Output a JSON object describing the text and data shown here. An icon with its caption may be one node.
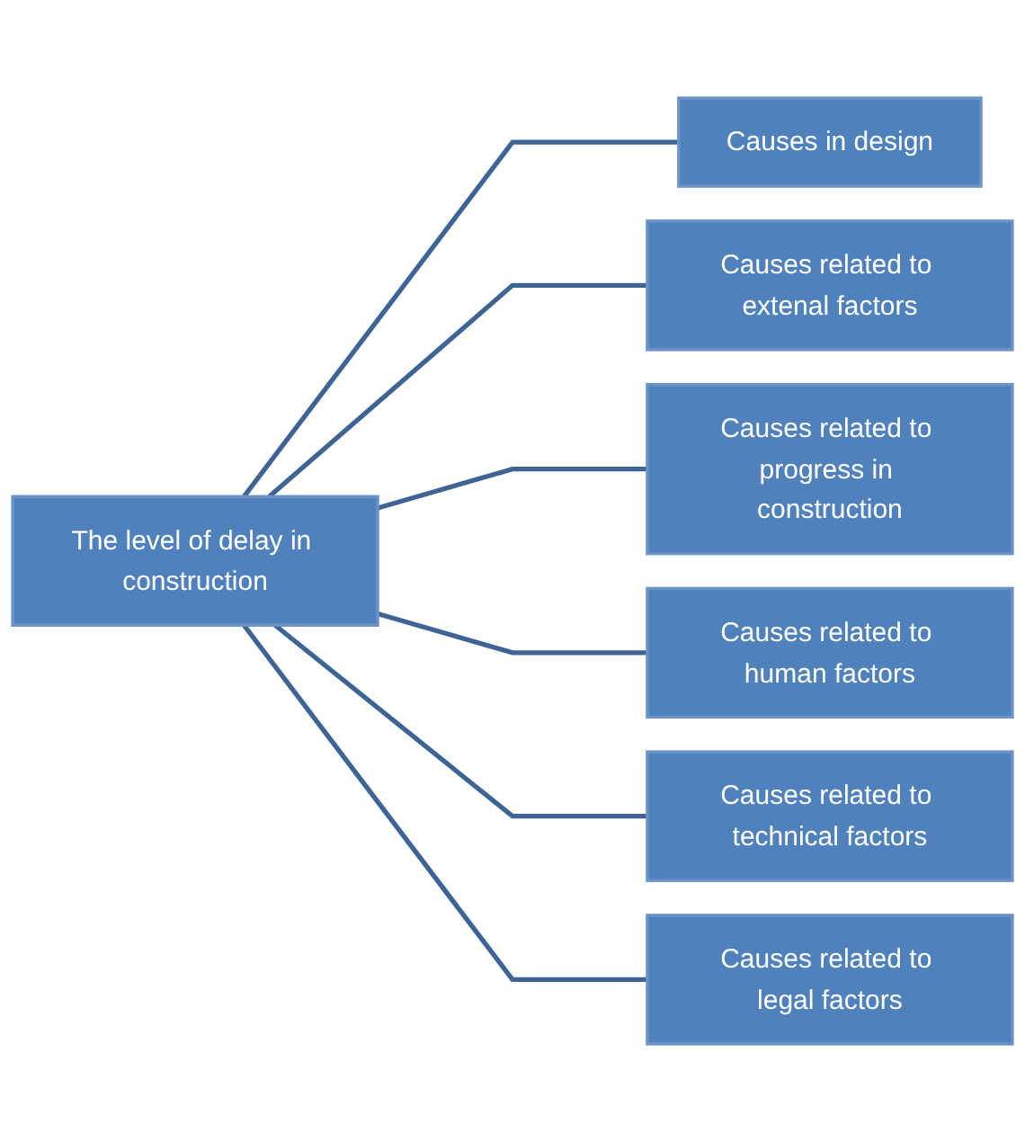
{
  "diagram": {
    "nodes": [
      {
        "text": [
          "The level of delay in construction"
        ]
      },
      {
        "text": [
          "Causes in design"
        ]
      },
      {
        "text": [
          "Causes related to extenal factors"
        ]
      },
      {
        "text": [
          "Causes related to progress in construction"
        ]
      },
      {
        "text": [
          "Causes related to human factors"
        ]
      },
      {
        "text": [
          "Causes related to technical factors"
        ]
      },
      {
        "text": [
          "Causes related to legal factors"
        ]
      }
    ],
    "edges": [
      {
        "from": 0,
        "to": 1,
        "arrow": "none"
      },
      {
        "from": 0,
        "to": 2,
        "arrow": "none"
      },
      {
        "from": 0,
        "to": 3,
        "arrow": "none"
      },
      {
        "from": 0,
        "to": 4,
        "arrow": "none"
      },
      {
        "from": 0,
        "to": 5,
        "arrow": "none"
      },
      {
        "from": 0,
        "to": 6,
        "arrow": "none"
      }
    ]
  }
}
